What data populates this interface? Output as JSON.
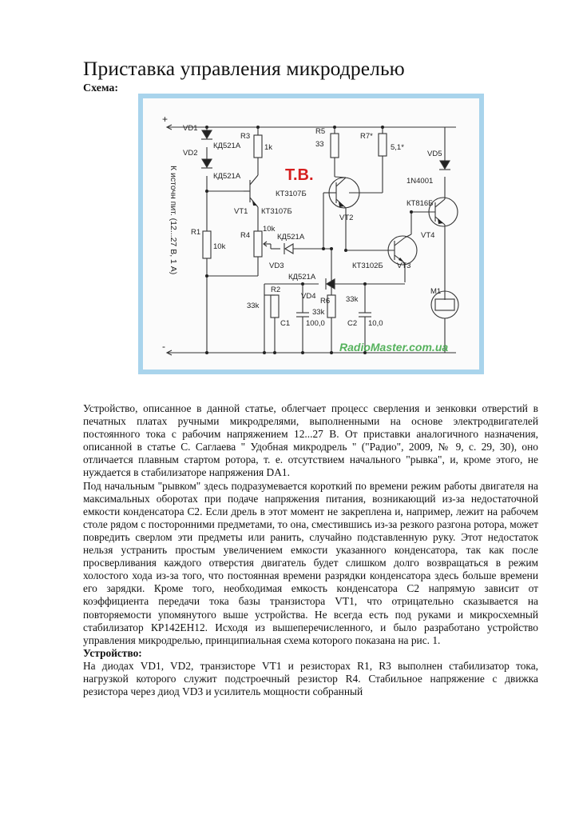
{
  "page": {
    "title": "Приставка управления микродрелью",
    "subtitle": "Схема:"
  },
  "schematic": {
    "monogram": "Т.В.",
    "watermark": "RadioMaster.com.ua",
    "supply_note": "К источн пит. (12...27 В, 1 А)",
    "polarity_plus": "+",
    "polarity_minus": "-",
    "labels": {
      "vd1": "VD1",
      "vd2": "VD2",
      "vd1_type": "КД521А",
      "vd2_type": "КД521А",
      "r3": "R3",
      "r3_value": "1k",
      "r5": "R5",
      "r5_value": "33",
      "r7": "R7*",
      "r7_value": "5,1*",
      "vd5": "VD5",
      "vd5_type": "1N4001",
      "vt1_type": "КТ3107Б",
      "vt1": "VT1",
      "vt1_type2": "КТ3107Б",
      "vt2": "VT2",
      "r1": "R1",
      "r1_value": "10k",
      "r4": "R4",
      "r4_value": "10k",
      "vd3_type": "КД521А",
      "vd3": "VD3",
      "vt4_type": "КТ816Б",
      "vt4": "VT4",
      "vt3_type": "КТ3102Б",
      "vt3": "VT3",
      "vd4_type": "КД521А",
      "vd4": "VD4",
      "r2": "R2",
      "r2_value": "33k",
      "c1": "C1",
      "c1_value": "100,0",
      "r6": "R6",
      "r6_value": "33k",
      "r6_value2": "33k",
      "c2": "C2",
      "c2_value": "10,0",
      "m1": "M1"
    }
  },
  "text": [
    {
      "kind": "p",
      "value": "Устройство, описанное в данной статье, облегчает процесс сверления и зенковки отверстий в печатных платах ручными микродрелями, выполненными на основе электродвигателей постоянного тока с рабочим напряжением 12...27 В. От приставки аналогичного назначения, описанной в статье С. Саглаева \" Удобная микродрель \" (\"Радио\", 2009, № 9, с. 29, 30), оно отличается плавным стартом ротора, т. е. отсутствием начального \"рывка\", и, кроме этого, не нуждается в стабилизаторе напряжения DA1."
    },
    {
      "kind": "p",
      "value": "Под начальным \"рывком\" здесь подразумевается короткий по времени режим работы двигателя на максимальных оборотах при подаче напряжения питания, возникающий из-за недостаточной емкости конденсатора С2. Если дрель в этот момент не закреплена и, например, лежит на рабочем столе рядом с посторонними предметами, то она, сместившись из-за резкого разгона ротора, может повредить сверлом эти предметы или ранить, случайно подставленную руку. Этот недостаток нельзя устранить простым увеличением емкости указанного конденсатора, так как после просверливания каждого отверстия двигатель будет слишком долго возвращаться в режим холостого хода из-за того, что постоянная времени разрядки конденсатора здесь больше времени его зарядки. Кроме того, необходимая емкость конденсатора С2 напрямую зависит от коэффициента передачи тока базы транзистора VT1, что отрицательно сказывается на повторяемости упомянутого выше устройства. Не всегда есть под руками и микросхемный стабилизатор КР142ЕН12. Исходя из вышеперечисленного, и было разработано устройство управления микродрелью, принципиальная схема которого показана на рис. 1."
    },
    {
      "kind": "h",
      "value": "Устройство:"
    },
    {
      "kind": "p",
      "value": "На диодах VD1, VD2, транзисторе VT1 и резисторах R1, R3 выполнен стабилизатор тока, нагрузкой которого служит подстроечный резистор R4. Стабильное напряжение с движка резистора через диод VD3 и усилитель мощности собранный"
    }
  ]
}
